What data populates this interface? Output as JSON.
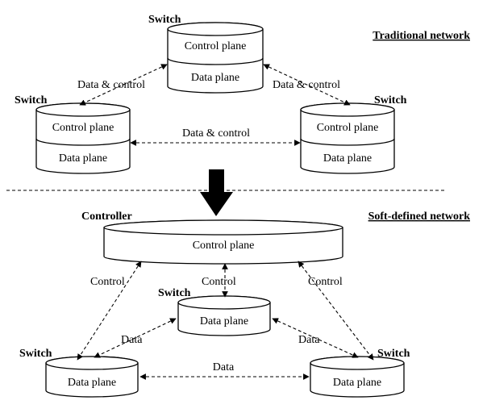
{
  "traditional": {
    "title": "Traditional network",
    "switch_label": "Switch",
    "control_plane": "Control plane",
    "data_plane": "Data plane",
    "link_label": "Data & control"
  },
  "sdn": {
    "title": "Soft-defined network",
    "controller_label": "Controller",
    "switch_label": "Switch",
    "control_plane": "Control plane",
    "data_plane": "Data plane",
    "control_link": "Control",
    "data_link": "Data"
  }
}
